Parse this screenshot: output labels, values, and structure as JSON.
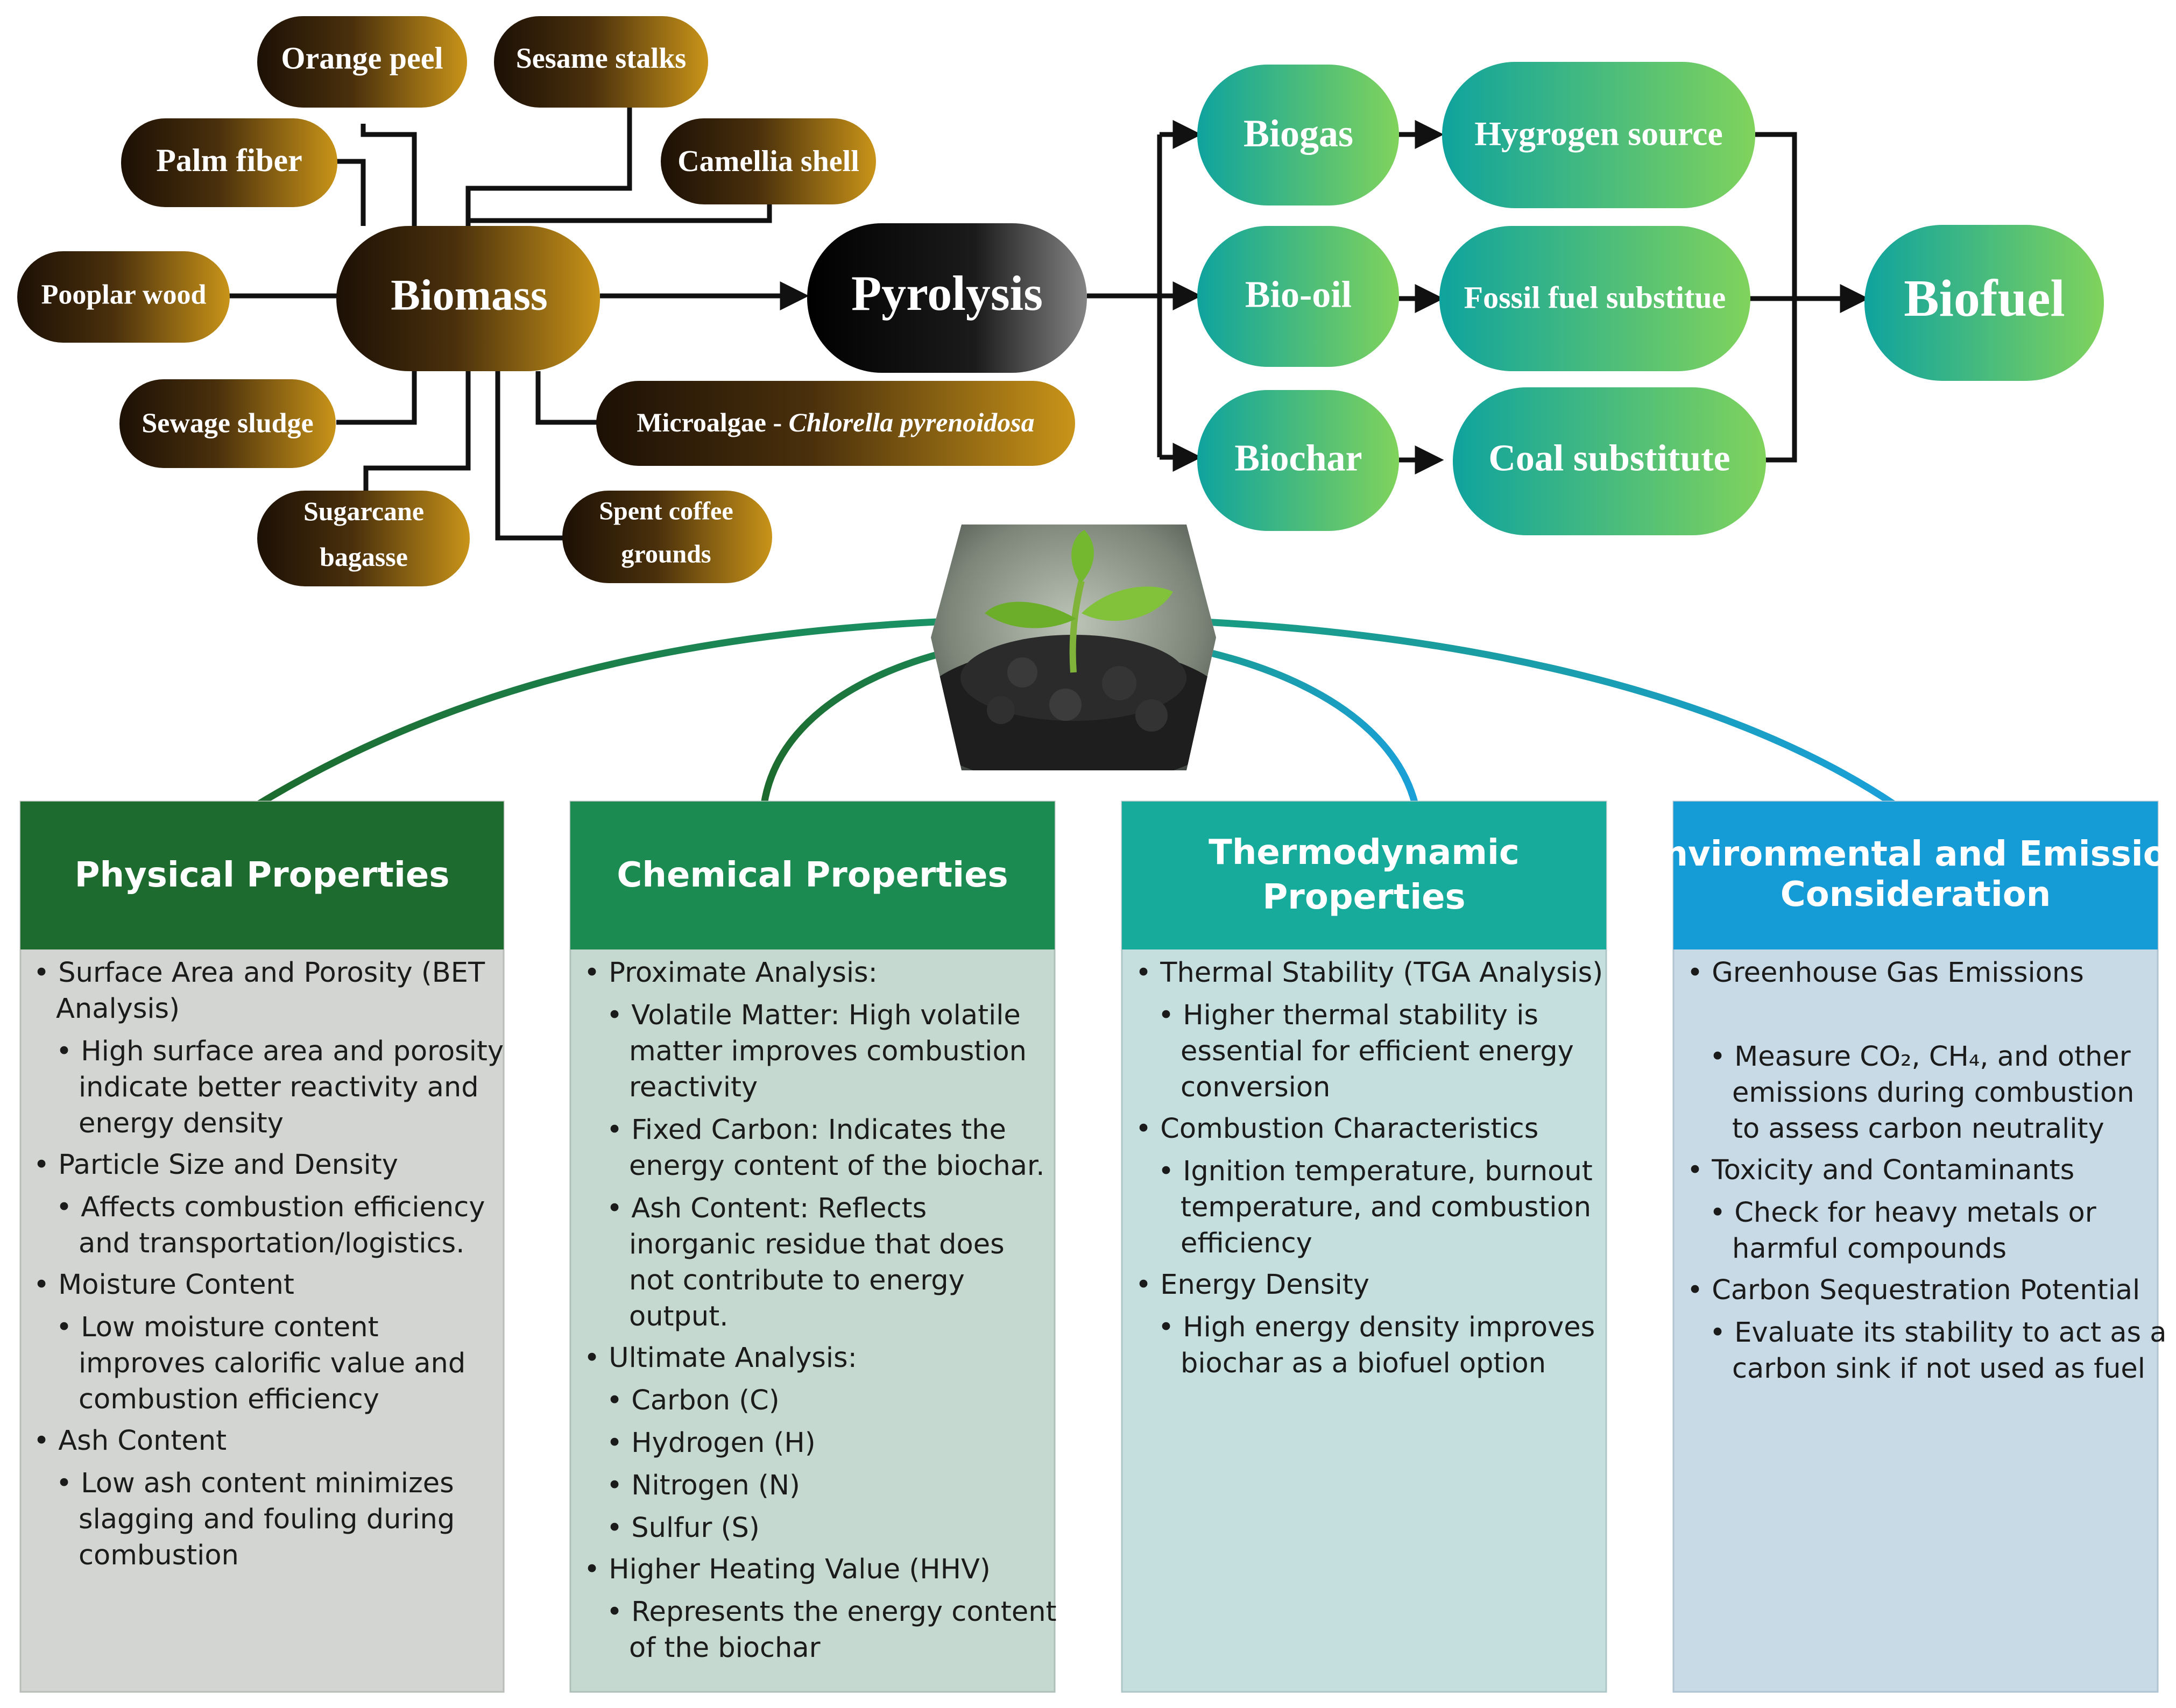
{
  "biomass": {
    "center": "Biomass",
    "feedstocks": {
      "orange_peel": "Orange peel",
      "sesame_stalks": "Sesame stalks",
      "palm_fiber": "Palm fiber",
      "camellia_shell": "Camellia shell",
      "pooplar_wood": "Pooplar wood",
      "sewage_sludge": "Sewage sludge",
      "microalgae_prefix": "Microalgae - ",
      "microalgae_species": "Chlorella pyrenoidosa",
      "sugarcane_line1": "Sugarcane",
      "sugarcane_line2": "bagasse",
      "coffee_line1": "Spent coffee",
      "coffee_line2": "grounds"
    }
  },
  "process": {
    "pyrolysis": "Pyrolysis"
  },
  "products": {
    "biogas": "Biogas",
    "biooil": "Bio-oil",
    "biochar": "Biochar",
    "hydrogen": "Hygrogen source",
    "fossil": "Fossil fuel substitue",
    "coal": "Coal substitute",
    "biofuel": "Biofuel"
  },
  "colors": {
    "brown_dark": "#241606",
    "brown_gold": "#c38f18",
    "pyrolysis_dark": "#000000",
    "pyrolysis_light": "#7a7a7a",
    "teal": "#14a89a",
    "green": "#7ed25f",
    "physical": "#1e6b30",
    "chemical": "#1b8b52",
    "thermo": "#17ab9c",
    "environment": "#159bd6"
  },
  "icons": {
    "hexagon": "plant-sprout-in-soil"
  },
  "cards": {
    "physical": {
      "title": "Physical Properties",
      "lines": [
        {
          "t": "• Surface Area and Porosity (BET",
          "lvl": 1
        },
        {
          "t": "Analysis)",
          "lvl": 1.5
        },
        {
          "t": "• High surface area and porosity",
          "lvl": 2
        },
        {
          "t": "indicate better reactivity and",
          "lvl": 2.5
        },
        {
          "t": "energy density",
          "lvl": 2.5
        },
        {
          "t": "• Particle Size and Density",
          "lvl": 1
        },
        {
          "t": "• Affects combustion efficiency",
          "lvl": 2
        },
        {
          "t": "and transportation/logistics.",
          "lvl": 2.5
        },
        {
          "t": "• Moisture Content",
          "lvl": 1
        },
        {
          "t": "• Low moisture content",
          "lvl": 2
        },
        {
          "t": "improves calorific value and",
          "lvl": 2.5
        },
        {
          "t": "combustion efficiency",
          "lvl": 2.5
        },
        {
          "t": "• Ash Content",
          "lvl": 1
        },
        {
          "t": "• Low ash content minimizes",
          "lvl": 2
        },
        {
          "t": "slagging and fouling during",
          "lvl": 2.5
        },
        {
          "t": "combustion",
          "lvl": 2.5
        }
      ]
    },
    "chemical": {
      "title": "Chemical Properties",
      "lines": [
        {
          "t": "• Proximate Analysis:",
          "lvl": 1
        },
        {
          "t": "• Volatile Matter: High volatile",
          "lvl": 2
        },
        {
          "t": "matter improves combustion",
          "lvl": 2.5
        },
        {
          "t": "reactivity",
          "lvl": 2.5
        },
        {
          "t": "• Fixed Carbon: Indicates the",
          "lvl": 2
        },
        {
          "t": "energy content of the biochar.",
          "lvl": 2.5
        },
        {
          "t": "• Ash Content: Reflects",
          "lvl": 2
        },
        {
          "t": "inorganic residue that does",
          "lvl": 2.5
        },
        {
          "t": "not contribute to energy",
          "lvl": 2.5
        },
        {
          "t": "output.",
          "lvl": 2.5
        },
        {
          "t": "• Ultimate Analysis:",
          "lvl": 1
        },
        {
          "t": "• Carbon (C)",
          "lvl": 2
        },
        {
          "t": "• Hydrogen (H)",
          "lvl": 2
        },
        {
          "t": "• Nitrogen (N)",
          "lvl": 2
        },
        {
          "t": "• Sulfur (S)",
          "lvl": 2
        },
        {
          "t": "• Higher Heating Value (HHV)",
          "lvl": 1
        },
        {
          "t": "• Represents the energy content",
          "lvl": 2
        },
        {
          "t": "of the biochar",
          "lvl": 2.5
        }
      ]
    },
    "thermo": {
      "title_line1": "Thermodynamic",
      "title_line2": "Properties",
      "lines": [
        {
          "t": "• Thermal Stability (TGA Analysis)",
          "lvl": 1
        },
        {
          "t": "• Higher thermal stability is",
          "lvl": 2
        },
        {
          "t": "essential for efficient energy",
          "lvl": 2.5
        },
        {
          "t": "conversion",
          "lvl": 2.5
        },
        {
          "t": "• Combustion Characteristics",
          "lvl": 1
        },
        {
          "t": "• Ignition temperature, burnout",
          "lvl": 2
        },
        {
          "t": "temperature, and combustion",
          "lvl": 2.5
        },
        {
          "t": "efficiency",
          "lvl": 2.5
        },
        {
          "t": "• Energy Density",
          "lvl": 1
        },
        {
          "t": "• High energy density improves",
          "lvl": 2
        },
        {
          "t": "biochar as a biofuel option",
          "lvl": 2.5
        }
      ]
    },
    "environment": {
      "title_line1": "Environmental and Emission",
      "title_line2": "Consideration",
      "lines": [
        {
          "t": "• Greenhouse Gas Emissions",
          "lvl": 1
        },
        {
          "t": "",
          "lvl": 1
        },
        {
          "t": "• Measure CO₂, CH₄, and other",
          "lvl": 2
        },
        {
          "t": "emissions during combustion",
          "lvl": 2.5
        },
        {
          "t": "to assess carbon neutrality",
          "lvl": 2.5
        },
        {
          "t": "• Toxicity and Contaminants",
          "lvl": 1
        },
        {
          "t": "• Check for heavy metals or",
          "lvl": 2
        },
        {
          "t": "harmful compounds",
          "lvl": 2.5
        },
        {
          "t": "• Carbon Sequestration Potential",
          "lvl": 1
        },
        {
          "t": "• Evaluate its stability to act as a",
          "lvl": 2
        },
        {
          "t": "carbon sink if not used as fuel",
          "lvl": 2.5
        }
      ]
    }
  }
}
